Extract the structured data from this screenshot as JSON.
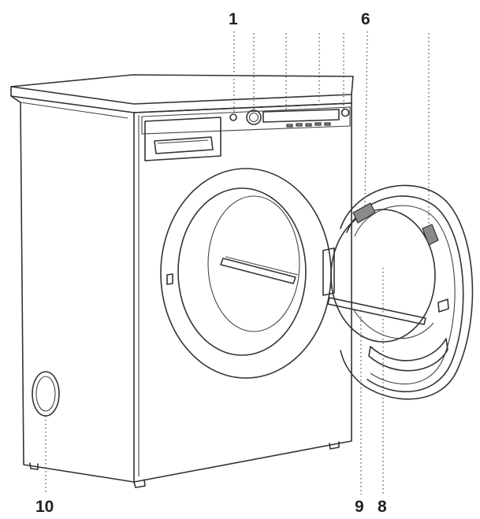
{
  "callouts": {
    "c1": "1",
    "c6": "6",
    "c8": "8",
    "c9": "9",
    "c10": "10"
  },
  "colors": {
    "line": "#333333",
    "rubber_seal": "#8a8a8a",
    "background": "#ffffff"
  }
}
